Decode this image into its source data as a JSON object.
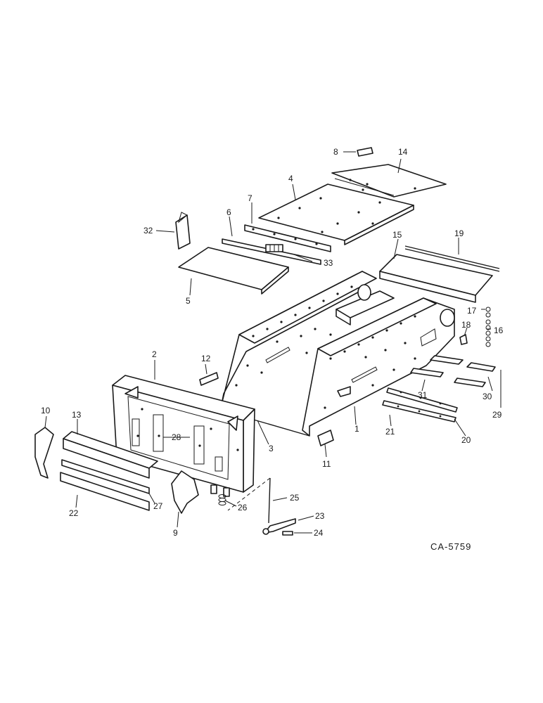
{
  "drawing": {
    "reference": "CA-5759"
  },
  "callouts": [
    {
      "id": "p1",
      "label": "1"
    },
    {
      "id": "p2",
      "label": "2"
    },
    {
      "id": "p3",
      "label": "3"
    },
    {
      "id": "p4",
      "label": "4"
    },
    {
      "id": "p5",
      "label": "5"
    },
    {
      "id": "p6",
      "label": "6"
    },
    {
      "id": "p7",
      "label": "7"
    },
    {
      "id": "p8",
      "label": "8"
    },
    {
      "id": "p9",
      "label": "9"
    },
    {
      "id": "p10",
      "label": "10"
    },
    {
      "id": "p11",
      "label": "11"
    },
    {
      "id": "p12",
      "label": "12"
    },
    {
      "id": "p13",
      "label": "13"
    },
    {
      "id": "p14",
      "label": "14"
    },
    {
      "id": "p15",
      "label": "15"
    },
    {
      "id": "p16",
      "label": "16"
    },
    {
      "id": "p17",
      "label": "17"
    },
    {
      "id": "p18",
      "label": "18"
    },
    {
      "id": "p19",
      "label": "19"
    },
    {
      "id": "p20",
      "label": "20"
    },
    {
      "id": "p21",
      "label": "21"
    },
    {
      "id": "p22",
      "label": "22"
    },
    {
      "id": "p23",
      "label": "23"
    },
    {
      "id": "p24",
      "label": "24"
    },
    {
      "id": "p25",
      "label": "25"
    },
    {
      "id": "p26",
      "label": "26"
    },
    {
      "id": "p27",
      "label": "27"
    },
    {
      "id": "p28",
      "label": "28"
    },
    {
      "id": "p29",
      "label": "29"
    },
    {
      "id": "p30",
      "label": "30"
    },
    {
      "id": "p31",
      "label": "31"
    },
    {
      "id": "p32",
      "label": "32"
    },
    {
      "id": "p33",
      "label": "33"
    }
  ]
}
